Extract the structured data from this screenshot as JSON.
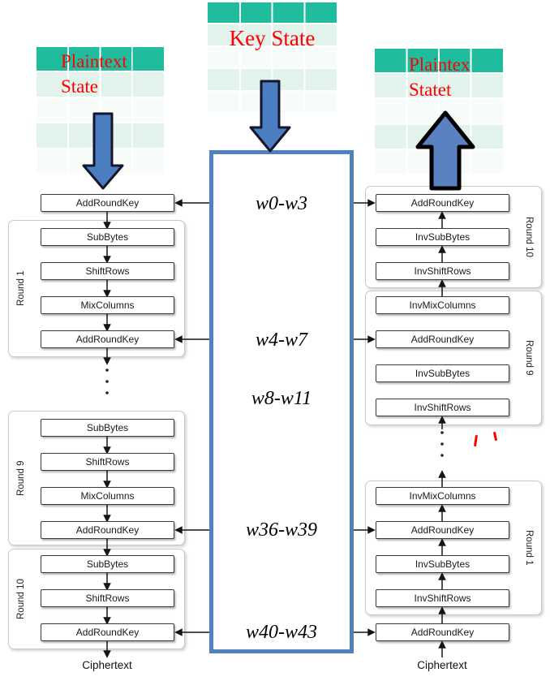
{
  "tables": {
    "left": {
      "line1": "Plaintext",
      "line2": "State"
    },
    "center": {
      "label": "Key State"
    },
    "right": {
      "line1": "Plaintex",
      "line2": "Statet"
    }
  },
  "key_schedule": {
    "labels": [
      "w0-w3",
      "w4-w7",
      "w8-w11",
      "w36-w39",
      "w40-w43"
    ]
  },
  "encryption": {
    "initial": "AddRoundKey",
    "groups": [
      {
        "label": "Round 1",
        "steps": [
          "SubBytes",
          "ShiftRows",
          "MixColumns",
          "AddRoundKey"
        ]
      },
      {
        "label": "Round 9",
        "steps": [
          "SubBytes",
          "ShiftRows",
          "MixColumns",
          "AddRoundKey"
        ]
      },
      {
        "label": "Round 10",
        "steps": [
          "SubBytes",
          "ShiftRows",
          "AddRoundKey"
        ]
      }
    ],
    "output": "Ciphertext"
  },
  "decryption": {
    "groups": [
      {
        "label": "Round 10",
        "steps": [
          "AddRoundKey",
          "InvSubBytes",
          "InvShiftRows"
        ]
      },
      {
        "label": "Round 9",
        "steps": [
          "InvMixColumns",
          "AddRoundKey",
          "InvSubBytes",
          "InvShiftRows"
        ]
      },
      {
        "label": "Round 1",
        "steps": [
          "InvMixColumns",
          "AddRoundKey",
          "InvSubBytes",
          "InvShiftRows"
        ]
      }
    ],
    "final": "AddRoundKey",
    "input": "Ciphertext"
  },
  "colors": {
    "header_teal": "#1fbd9d",
    "row_a": "#e2f3ec",
    "row_b": "#f7fcf9",
    "title_red": "#fe0000",
    "arrow_blue": "#4a7ec0",
    "big_arrow_blue": "#5b82c0",
    "key_box_border": "#4f81bd",
    "line_dark": "#151515"
  }
}
